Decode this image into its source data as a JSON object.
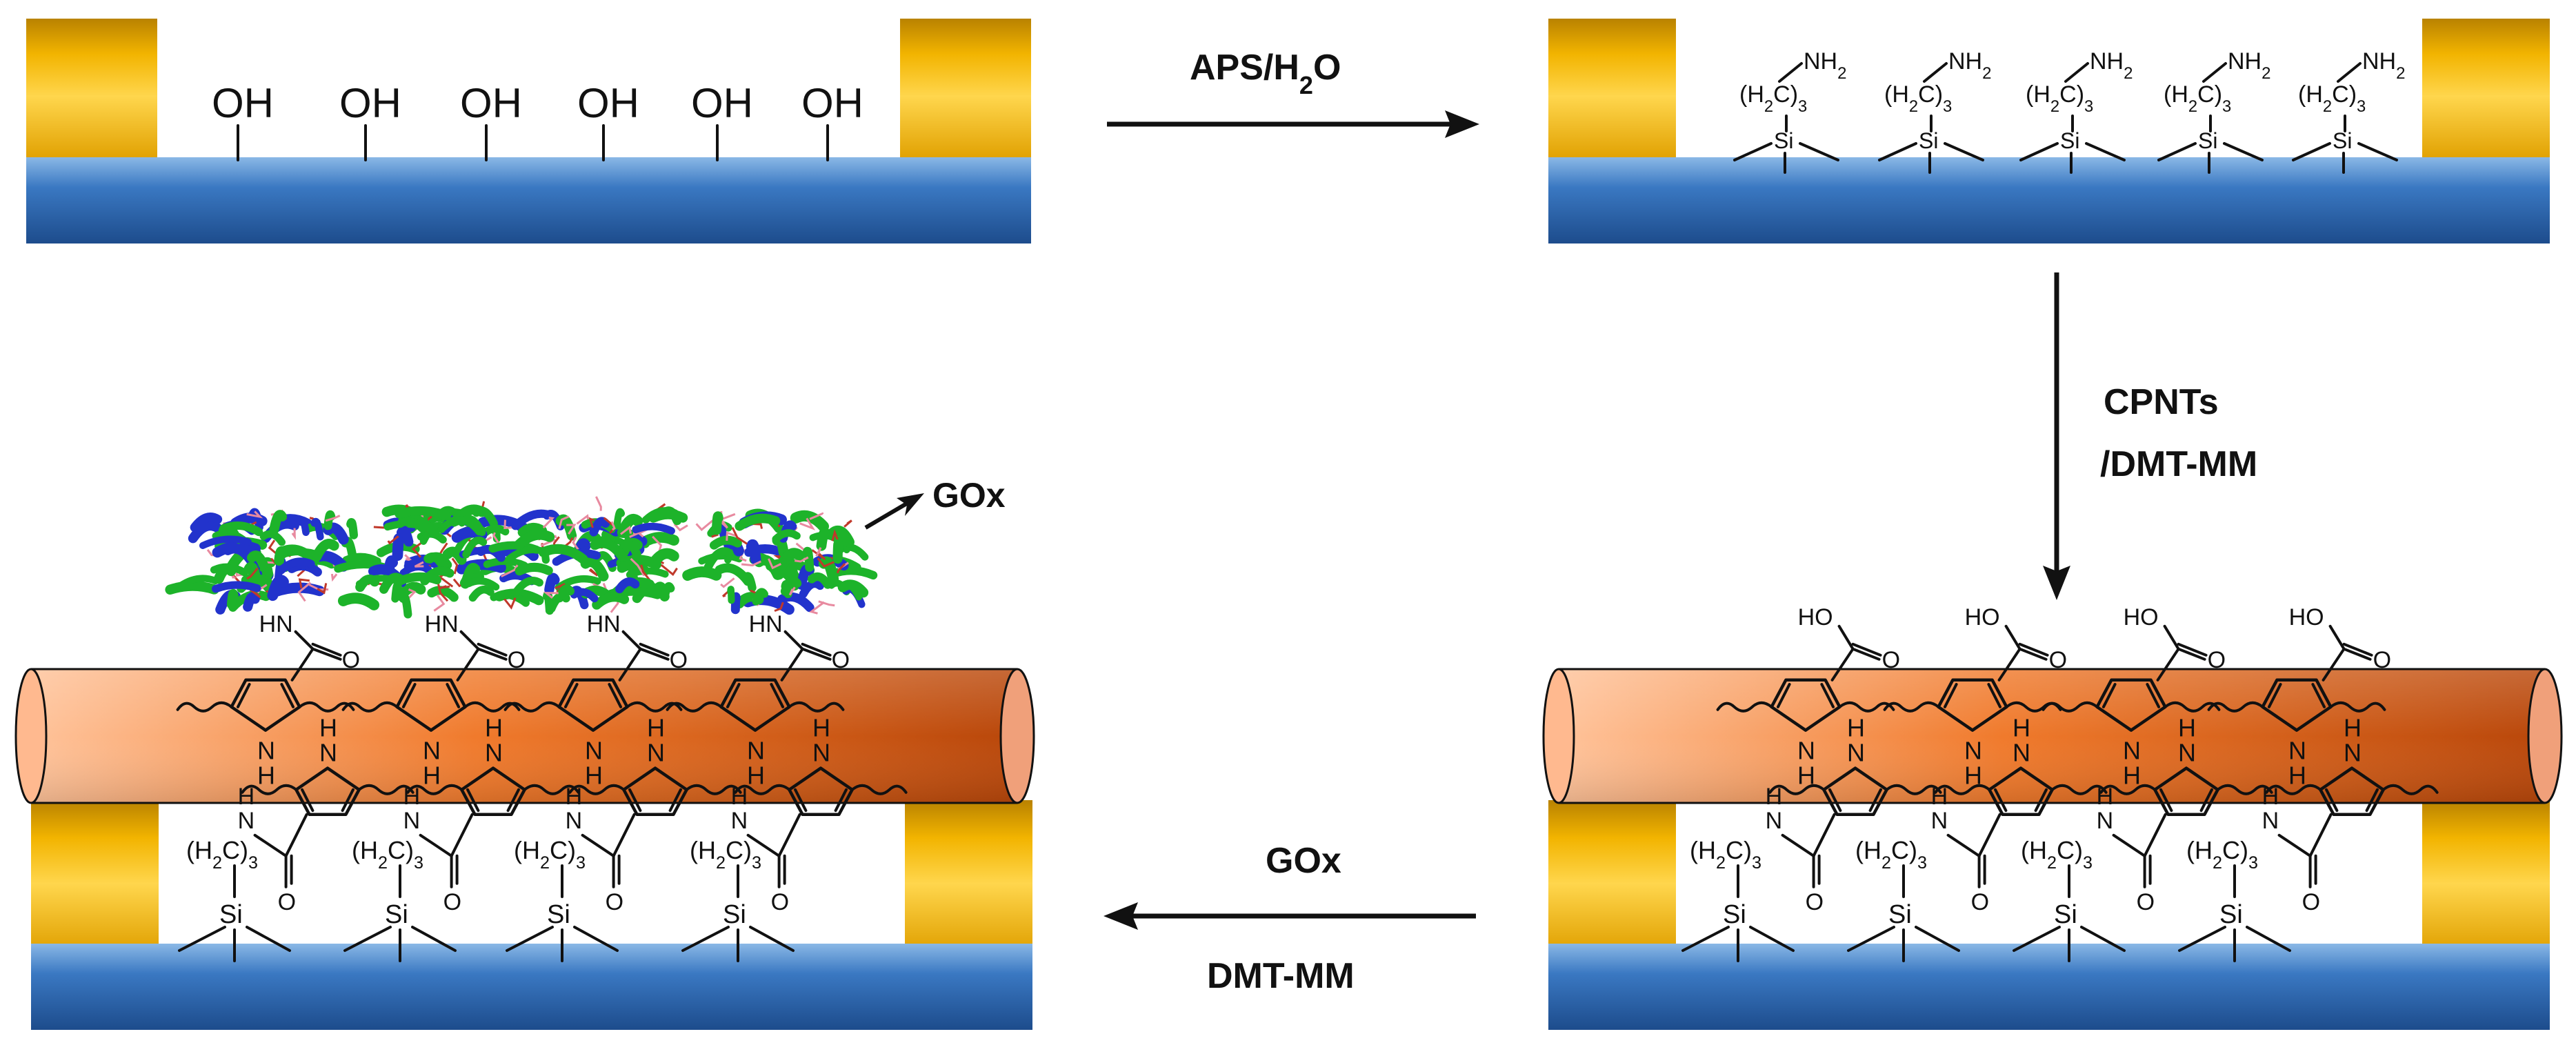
{
  "colors": {
    "substrate_top": "#6fa8dc",
    "substrate_mid": "#2e6db4",
    "substrate_dark": "#1f4f8f",
    "electrode_light": "#ffd24a",
    "electrode_dark": "#c98f00",
    "nanotube_light": "#ffb07a",
    "nanotube_dark": "#c4520f",
    "protein_green": "#1db32a",
    "protein_blue": "#2233cc",
    "protein_pink": "#e88aa0"
  },
  "steps": {
    "step1": {
      "reagent": "APS/H",
      "subscript": "2",
      "suffix": "O"
    },
    "step2": {
      "line1": "CPNTs",
      "line2": "/DMT-MM"
    },
    "step3": {
      "top": "GOx",
      "bottom": "DMT-MM"
    }
  },
  "panel1": {
    "group": "OH"
  },
  "panel2": {
    "amine": "NH",
    "amine_sub": "2",
    "chain_open": "(H",
    "chain_sub": "2",
    "chain_mid": "C)",
    "chain_sub2": "3",
    "silicon": "Si"
  },
  "panel3": {
    "acid": "HO",
    "carbonyl_o": "O",
    "pyrrole_h": "H",
    "pyrrole_n": "N",
    "amide_h": "H",
    "amide_n": "N",
    "chain_open": "(H",
    "chain_sub": "2",
    "chain_mid": "C)",
    "chain_sub2": "3",
    "silicon": "Si"
  },
  "panel4": {
    "enzyme_label": "GOx",
    "linker": "HN",
    "carbonyl_o": "O",
    "pyrrole_h": "H",
    "pyrrole_n": "N",
    "amide_h": "H",
    "amide_n": "N",
    "chain_open": "(H",
    "chain_sub": "2",
    "chain_mid": "C)",
    "chain_sub2": "3",
    "silicon": "Si"
  }
}
